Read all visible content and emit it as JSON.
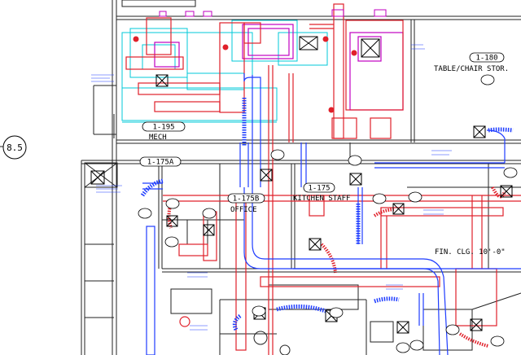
{
  "drawing": {
    "grid_bubble": "8.5",
    "rooms": [
      {
        "tag": "1-180",
        "name": "TABLE/CHAIR STOR."
      },
      {
        "tag": "1-195",
        "name": "MECH"
      },
      {
        "tag": "1-175A",
        "name": ""
      },
      {
        "tag": "1-175B",
        "name": "OFFICE"
      },
      {
        "tag": "1-175",
        "name": "KITCHEN STAFF"
      },
      {
        "tag": "",
        "name": "FIN. CLG. 10'-0\""
      }
    ],
    "colors": {
      "supply_duct": "#1e3cff",
      "return_duct": "#e0202a",
      "equipment": "#c000c0",
      "outline": "#00c8d8",
      "walls": "#000000",
      "flex": "#e0202a"
    },
    "icons": [
      "diffuser-icon",
      "grille-icon",
      "damper-icon",
      "fan-icon"
    ]
  }
}
